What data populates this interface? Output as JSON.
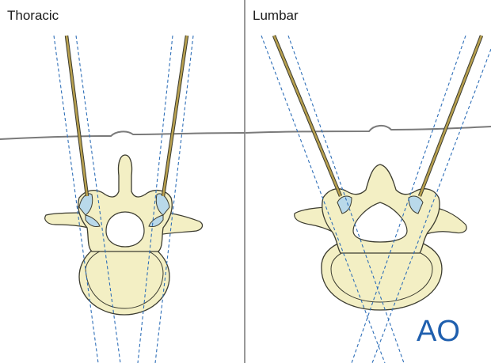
{
  "panels": [
    {
      "title": "Thoracic"
    },
    {
      "title": "Lumbar"
    }
  ],
  "logo": {
    "text": "AO"
  },
  "colors": {
    "bone_fill": "#f3efc4",
    "bone_outline": "#3c3c30",
    "facet_fill": "#b9d9ea",
    "guide_line": "#2f6fb8",
    "wire_gold": "#b8a04e",
    "skin_line": "#7a7a7a",
    "divider": "#555555",
    "logo_color": "#1f5fae"
  }
}
